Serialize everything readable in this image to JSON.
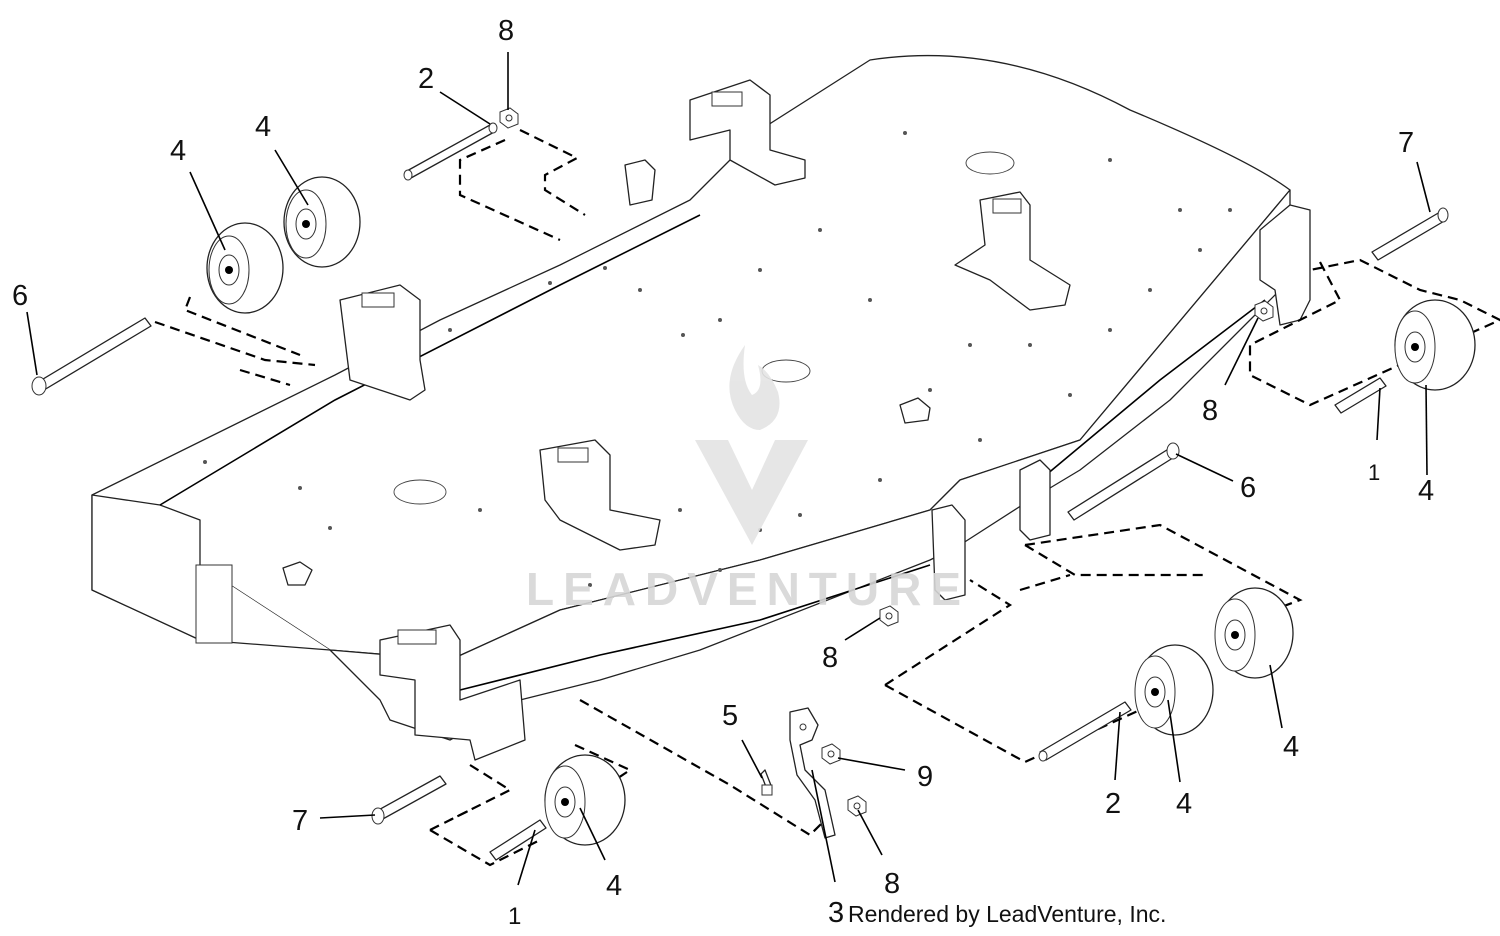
{
  "watermark": {
    "text": "LEADVENTURE"
  },
  "credit": "Rendered by LeadVenture, Inc.",
  "callouts": [
    {
      "id": "c8-top",
      "label": "8"
    },
    {
      "id": "c2-top",
      "label": "2"
    },
    {
      "id": "c4-a",
      "label": "4"
    },
    {
      "id": "c4-b",
      "label": "4"
    },
    {
      "id": "c6-left",
      "label": "6"
    },
    {
      "id": "c7-right",
      "label": "7"
    },
    {
      "id": "c8-right",
      "label": "8"
    },
    {
      "id": "c1-right",
      "label": "1"
    },
    {
      "id": "c4-right",
      "label": "4"
    },
    {
      "id": "c6-right",
      "label": "6"
    },
    {
      "id": "c8-mid",
      "label": "8"
    },
    {
      "id": "c4-br1",
      "label": "4"
    },
    {
      "id": "c4-br2",
      "label": "4"
    },
    {
      "id": "c2-bottom",
      "label": "2"
    },
    {
      "id": "c5",
      "label": "5"
    },
    {
      "id": "c9",
      "label": "9"
    },
    {
      "id": "c7-left",
      "label": "7"
    },
    {
      "id": "c4-bl",
      "label": "4"
    },
    {
      "id": "c1-bl",
      "label": "1"
    },
    {
      "id": "c3",
      "label": "3"
    },
    {
      "id": "c8-bottom",
      "label": "8"
    }
  ]
}
